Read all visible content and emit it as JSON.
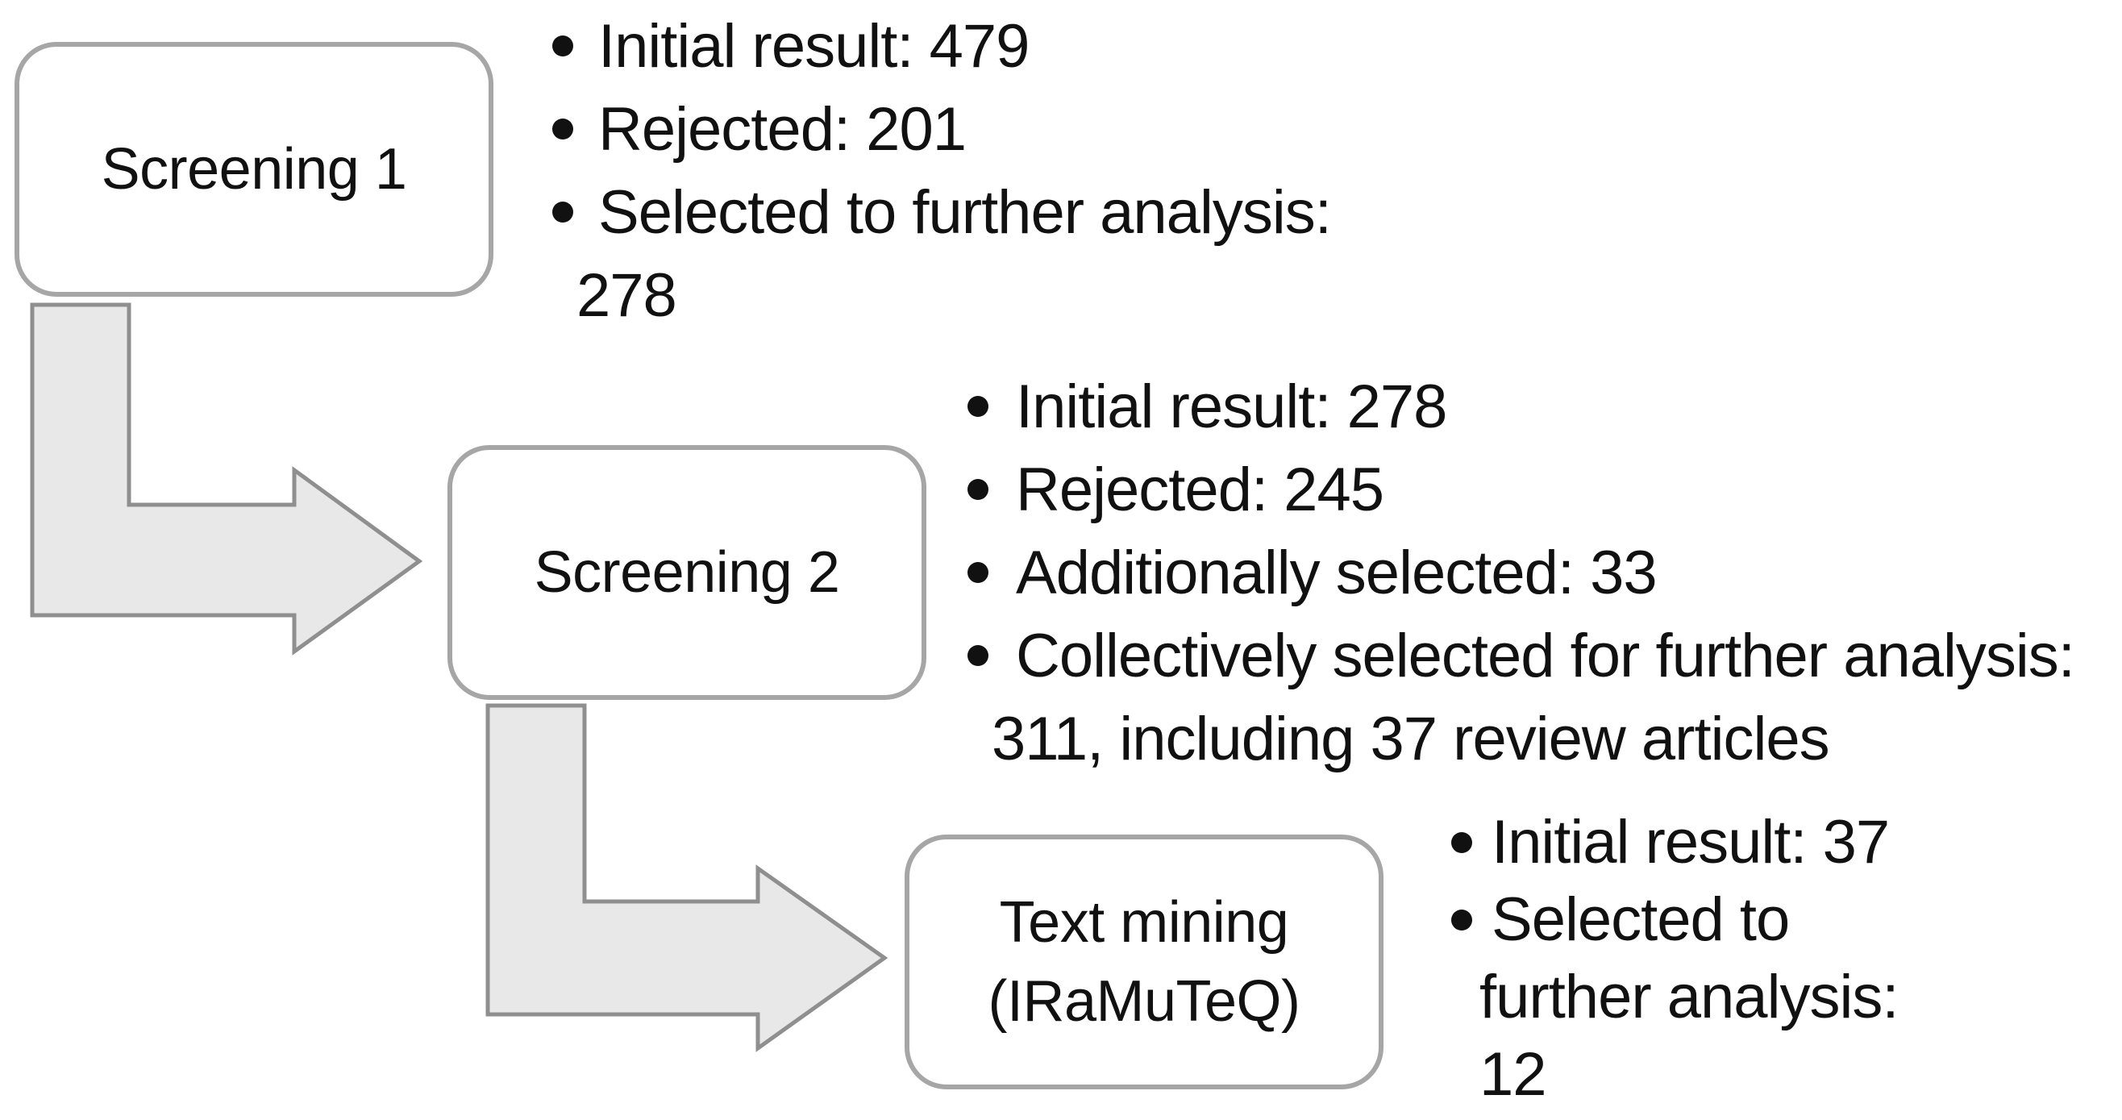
{
  "diagram": {
    "bullet_glyph": "•",
    "colors": {
      "box-border": "#a6a6a6",
      "box-fill": "#ffffff",
      "arrow-fill": "#e8e8e8",
      "arrow-stroke": "#8f8f8f",
      "text": "#111111",
      "background": "#ffffff"
    },
    "boxes": [
      {
        "id": "screening-1",
        "label_lines": [
          "Screening 1"
        ]
      },
      {
        "id": "screening-2",
        "label_lines": [
          "Screening 2"
        ]
      },
      {
        "id": "text-mining",
        "label_lines": [
          "Text mining",
          "(IRaMuTeQ)"
        ]
      }
    ],
    "lists": [
      {
        "belongs_to": "screening-1",
        "items": [
          {
            "lines": [
              "Initial result: 479"
            ]
          },
          {
            "lines": [
              "Rejected: 201"
            ]
          },
          {
            "lines": [
              "Selected to further analysis:",
              "278"
            ]
          }
        ]
      },
      {
        "belongs_to": "screening-2",
        "items": [
          {
            "lines": [
              "Initial result: 278"
            ]
          },
          {
            "lines": [
              "Rejected: 245"
            ]
          },
          {
            "lines": [
              "Additionally selected: 33"
            ]
          },
          {
            "lines": [
              "Collectively selected for further analysis:",
              "311, including 37 review articles"
            ]
          }
        ]
      },
      {
        "belongs_to": "text-mining",
        "items": [
          {
            "lines": [
              "Initial result: 37"
            ]
          },
          {
            "lines": [
              "Selected to",
              "further analysis:",
              "12"
            ]
          }
        ]
      }
    ]
  }
}
